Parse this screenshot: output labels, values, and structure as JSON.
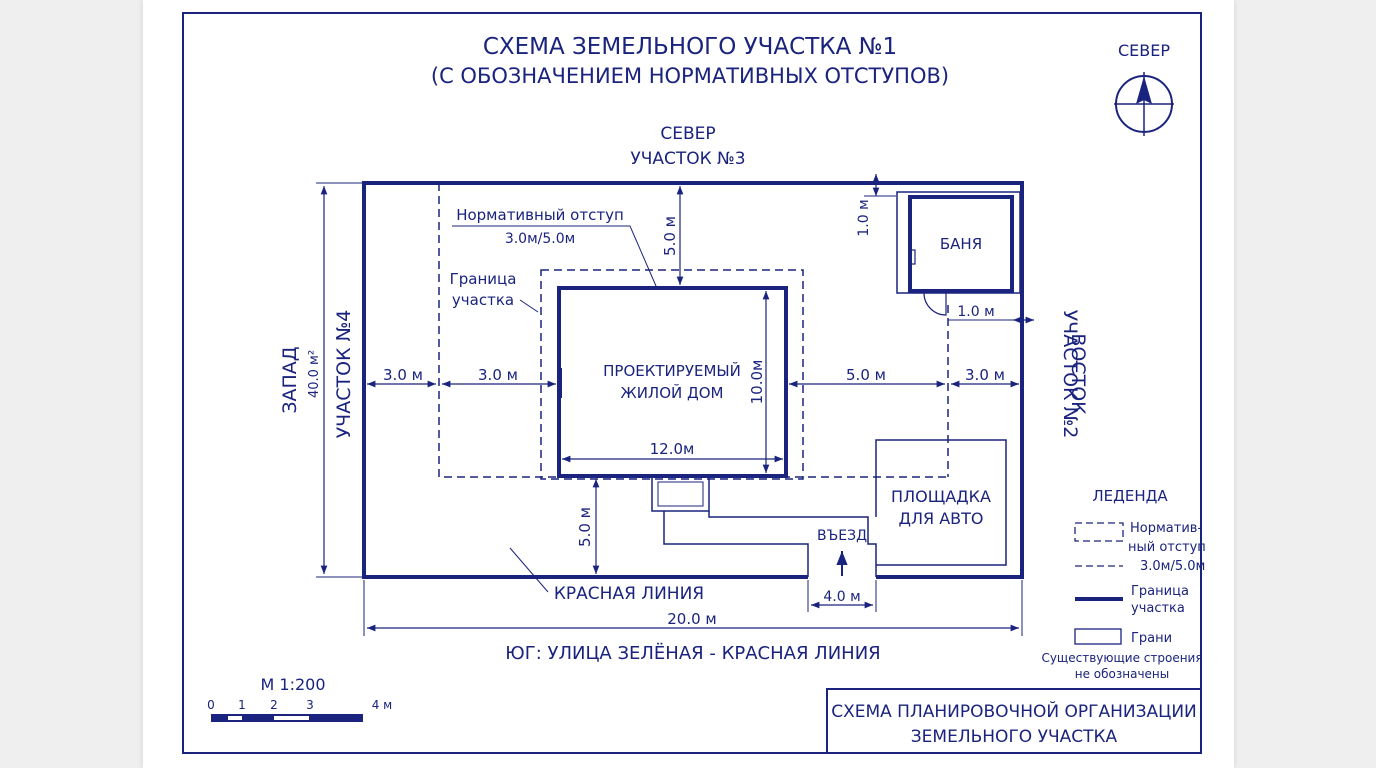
{
  "title": {
    "line1": "СХЕМА ЗЕМЕЛЬНОГО УЧАСТКА №1",
    "line2": "(С ОБОЗНАЧЕНИЕМ НОРМАТИВНЫХ ОТСТУПОВ)"
  },
  "compass": {
    "label": "СЕВЕР",
    "icon": "north-arrow-icon"
  },
  "neighbors": {
    "north_side": "СЕВЕР",
    "north_plot": "УЧАСТОК №3",
    "west_side": "ЗАПАД",
    "west_area": "40.0 м²",
    "west_plot": "УЧАСТОК №4",
    "east_plot": "УЧАСТОК №2",
    "east_side": "ВОСТОК",
    "south": "ЮГ: УЛИЦА ЗЕЛЁНАЯ - КРАСНАЯ ЛИНИЯ"
  },
  "annotations": {
    "setback_label_1": "Нормативный отступ",
    "setback_label_2": "3.0м/5.0м",
    "boundary_label_1": "Граница",
    "boundary_label_2": "участка",
    "red_line": "КРАСНАЯ ЛИНИЯ",
    "entry": "ВЪЕЗД",
    "parking_1": "ПЛОЩАДКА",
    "parking_2": "ДЛЯ АВТО",
    "house_1": "ПРОЕКТИРУЕМЫЙ",
    "house_2": "ЖИЛОЙ ДОМ",
    "bath": "БАНЯ"
  },
  "dimensions": {
    "west_setback": "3.0 м",
    "house_west_gap": "3.0 м",
    "house_east_gap": "5.0 м",
    "east_setback": "3.0 м",
    "north_gap": "5.0 м",
    "south_gap": "5.0 м",
    "house_width": "12.0м",
    "house_depth": "10.0м",
    "bath_north": "1.0 м",
    "bath_east": "1.0 м",
    "entry_width": "4.0 м",
    "plot_width": "20.0 м"
  },
  "legend": {
    "title": "ЛЕДЕНДА",
    "setback_1": "Норматив-",
    "setback_2": "ный отступ",
    "setback_3": "3.0м/5.0м",
    "boundary_1": "Граница",
    "boundary_2": "участка",
    "edges": "Грани",
    "existing_1": "Существующие строения",
    "existing_2": "не обозначены"
  },
  "scale": {
    "label": "М 1:200",
    "ticks": [
      "0",
      "1",
      "2",
      "3",
      "4 м"
    ]
  },
  "stamp": {
    "line1": "СХЕМА ПЛАНИРОВОЧНОЙ ОРГАНИЗАЦИИ",
    "line2": "ЗЕМЕЛЬНОГО УЧАСТКА"
  },
  "colors": {
    "ink": "#1a237e",
    "paper": "#ffffff",
    "background": "#efefef"
  }
}
